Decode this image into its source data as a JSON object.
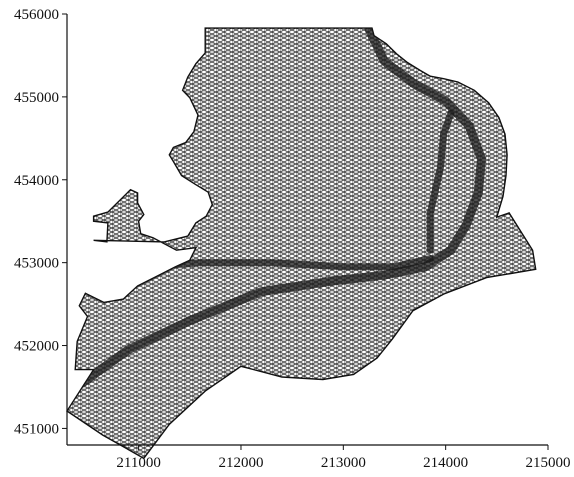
{
  "chart_data": {
    "type": "mesh",
    "title": "",
    "xlabel": "",
    "ylabel": "",
    "xlim": [
      210300,
      215000
    ],
    "ylim": [
      450800,
      456000
    ],
    "x_ticks": [
      211000,
      212000,
      213000,
      214000,
      215000
    ],
    "y_ticks": [
      451000,
      452000,
      453000,
      454000,
      455000,
      456000
    ],
    "x_tick_labels": [
      "211000",
      "212000",
      "213000",
      "214000",
      "215000"
    ],
    "y_tick_labels": [
      "451000",
      "452000",
      "453000",
      "454000",
      "455000",
      "456000"
    ],
    "domain_boundary": [
      [
        211650,
        455830
      ],
      [
        213280,
        455830
      ],
      [
        213300,
        455740
      ],
      [
        213420,
        455640
      ],
      [
        213520,
        455520
      ],
      [
        213620,
        455420
      ],
      [
        213750,
        455320
      ],
      [
        213850,
        455250
      ],
      [
        213980,
        455220
      ],
      [
        214120,
        455180
      ],
      [
        214280,
        455080
      ],
      [
        214420,
        454930
      ],
      [
        214520,
        454750
      ],
      [
        214580,
        454550
      ],
      [
        214600,
        454300
      ],
      [
        214590,
        454050
      ],
      [
        214560,
        453800
      ],
      [
        214500,
        453550
      ],
      [
        214620,
        453600
      ],
      [
        214850,
        453150
      ],
      [
        214880,
        452920
      ],
      [
        214400,
        452820
      ],
      [
        213980,
        452620
      ],
      [
        213680,
        452420
      ],
      [
        213480,
        452080
      ],
      [
        213330,
        451850
      ],
      [
        213100,
        451650
      ],
      [
        212800,
        451590
      ],
      [
        212400,
        451620
      ],
      [
        212000,
        451750
      ],
      [
        211650,
        451450
      ],
      [
        211300,
        451050
      ],
      [
        211050,
        450640
      ],
      [
        210650,
        450920
      ],
      [
        210300,
        451210
      ],
      [
        210560,
        451710
      ],
      [
        210380,
        451710
      ],
      [
        210400,
        452050
      ],
      [
        210500,
        452350
      ],
      [
        210420,
        452480
      ],
      [
        210480,
        452630
      ],
      [
        210660,
        452520
      ],
      [
        210850,
        452560
      ],
      [
        210990,
        452720
      ],
      [
        211200,
        452850
      ],
      [
        211360,
        452950
      ],
      [
        211500,
        453030
      ],
      [
        211560,
        453180
      ],
      [
        211370,
        453150
      ],
      [
        211140,
        453300
      ],
      [
        211020,
        453350
      ],
      [
        211000,
        453500
      ],
      [
        211050,
        453580
      ],
      [
        210990,
        453720
      ],
      [
        210990,
        453840
      ],
      [
        210920,
        453880
      ],
      [
        210700,
        453610
      ],
      [
        210560,
        453560
      ],
      [
        210560,
        453500
      ],
      [
        210700,
        453480
      ],
      [
        210690,
        453250
      ],
      [
        210560,
        453270
      ],
      [
        211250,
        453250
      ],
      [
        211480,
        453320
      ],
      [
        211560,
        453480
      ],
      [
        211660,
        453560
      ],
      [
        211720,
        453700
      ],
      [
        211680,
        453850
      ],
      [
        211560,
        453940
      ],
      [
        211420,
        454050
      ],
      [
        211340,
        454220
      ],
      [
        211300,
        454300
      ],
      [
        211340,
        454390
      ],
      [
        211460,
        454450
      ],
      [
        211540,
        454580
      ],
      [
        211580,
        454780
      ],
      [
        211500,
        454990
      ],
      [
        211430,
        455080
      ],
      [
        211480,
        455240
      ],
      [
        211560,
        455400
      ],
      [
        211650,
        455530
      ]
    ],
    "dense_bands": [
      [
        [
          210450,
          451550
        ],
        [
          210900,
          451950
        ],
        [
          211500,
          452300
        ],
        [
          212200,
          452650
        ],
        [
          212900,
          452780
        ],
        [
          213400,
          452850
        ],
        [
          213800,
          452950
        ],
        [
          214050,
          453150
        ],
        [
          214200,
          453450
        ],
        [
          214320,
          453850
        ],
        [
          214350,
          454250
        ],
        [
          214230,
          454650
        ],
        [
          214000,
          454950
        ],
        [
          213700,
          455150
        ],
        [
          213400,
          455430
        ],
        [
          213250,
          455820
        ]
      ],
      [
        [
          211050,
          452950
        ],
        [
          211600,
          453000
        ],
        [
          212300,
          453000
        ],
        [
          213000,
          452950
        ],
        [
          213500,
          452950
        ],
        [
          213850,
          453050
        ]
      ],
      [
        [
          213850,
          453150
        ],
        [
          213850,
          453600
        ],
        [
          213950,
          454150
        ],
        [
          213980,
          454550
        ],
        [
          214050,
          454800
        ]
      ]
    ]
  }
}
